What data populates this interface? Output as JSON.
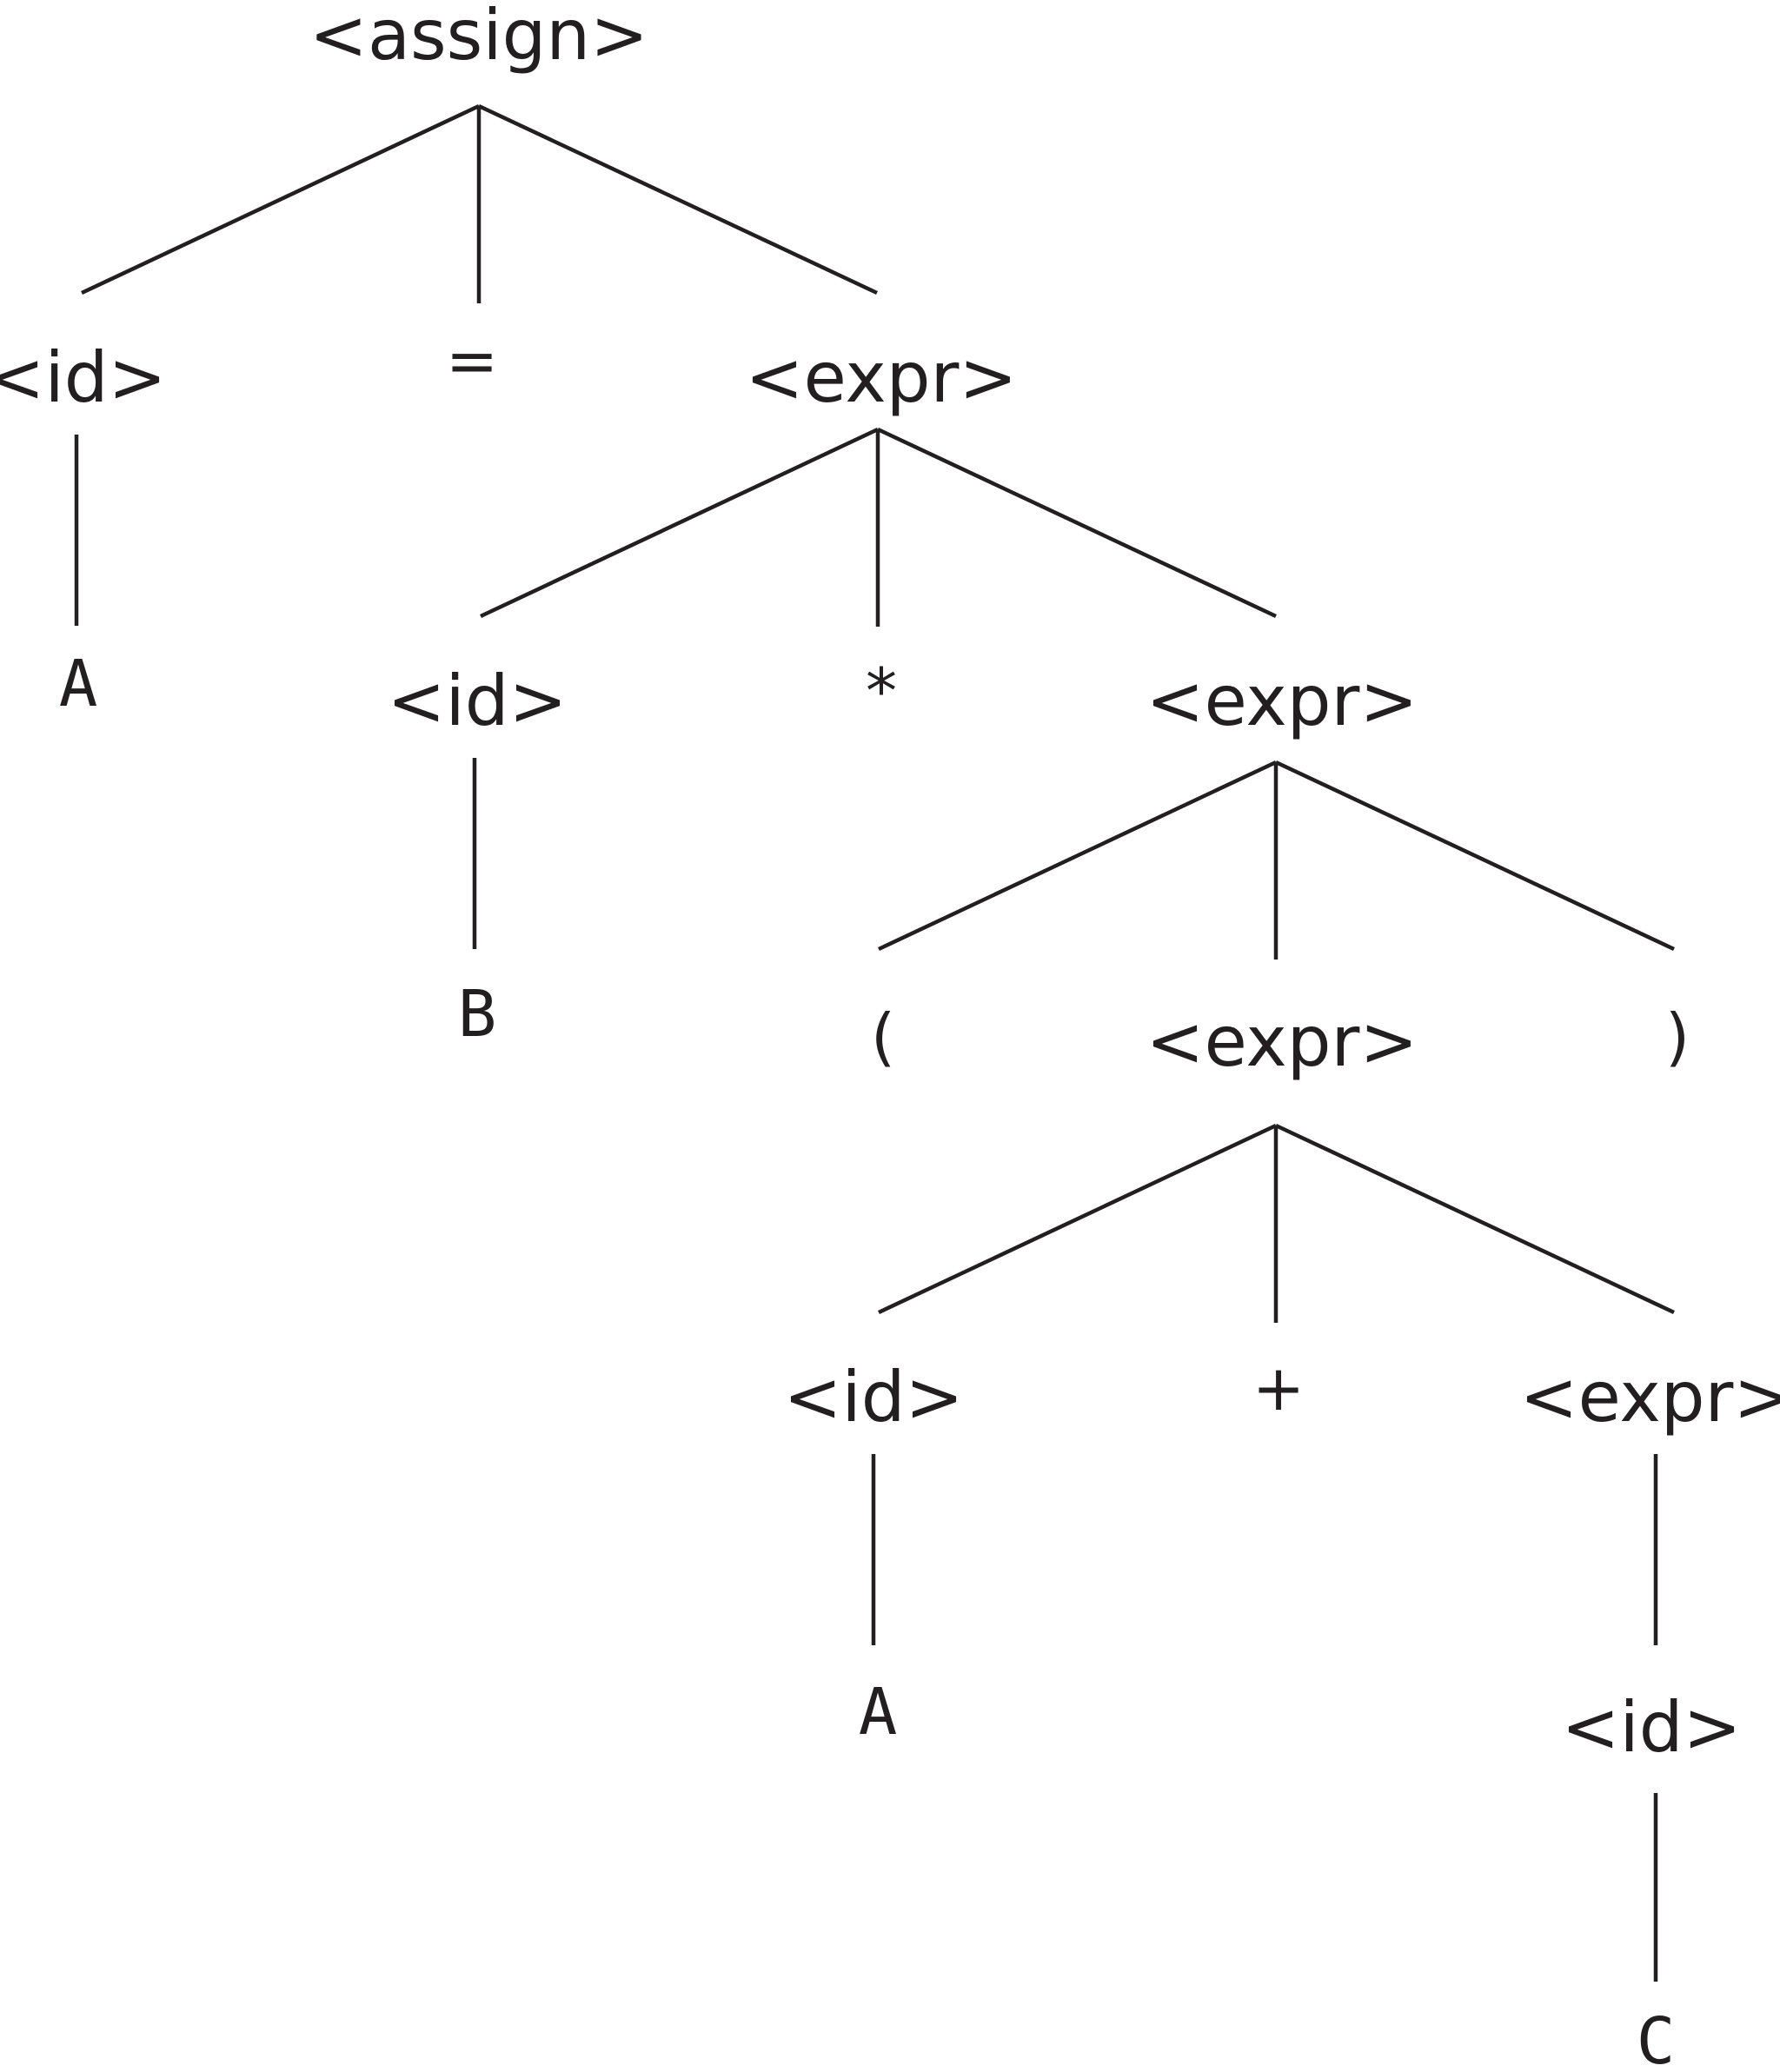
{
  "nodes": [
    {
      "id": "n0",
      "label": "<assign>",
      "kind": "nonterminal"
    },
    {
      "id": "n1",
      "label": "<id>",
      "kind": "nonterminal"
    },
    {
      "id": "n2",
      "label": "=",
      "kind": "operator"
    },
    {
      "id": "n3",
      "label": "<expr>",
      "kind": "nonterminal"
    },
    {
      "id": "n4",
      "label": "A",
      "kind": "terminal"
    },
    {
      "id": "n5",
      "label": "<id>",
      "kind": "nonterminal"
    },
    {
      "id": "n6",
      "label": "*",
      "kind": "operator"
    },
    {
      "id": "n7",
      "label": "<expr>",
      "kind": "nonterminal"
    },
    {
      "id": "n8",
      "label": "B",
      "kind": "terminal"
    },
    {
      "id": "n9",
      "label": "(",
      "kind": "operator"
    },
    {
      "id": "n10",
      "label": "<expr>",
      "kind": "nonterminal"
    },
    {
      "id": "n11",
      "label": ")",
      "kind": "operator"
    },
    {
      "id": "n12",
      "label": "<id>",
      "kind": "nonterminal"
    },
    {
      "id": "n13",
      "label": "+",
      "kind": "operator"
    },
    {
      "id": "n14",
      "label": "<expr>",
      "kind": "nonterminal"
    },
    {
      "id": "n15",
      "label": "A",
      "kind": "terminal"
    },
    {
      "id": "n16",
      "label": "<id>",
      "kind": "nonterminal"
    },
    {
      "id": "n17",
      "label": "C",
      "kind": "terminal"
    }
  ],
  "edges": [
    [
      "n0",
      "n1"
    ],
    [
      "n0",
      "n2"
    ],
    [
      "n0",
      "n3"
    ],
    [
      "n1",
      "n4"
    ],
    [
      "n3",
      "n5"
    ],
    [
      "n3",
      "n6"
    ],
    [
      "n3",
      "n7"
    ],
    [
      "n5",
      "n8"
    ],
    [
      "n7",
      "n9"
    ],
    [
      "n7",
      "n10"
    ],
    [
      "n7",
      "n11"
    ],
    [
      "n10",
      "n12"
    ],
    [
      "n10",
      "n13"
    ],
    [
      "n10",
      "n14"
    ],
    [
      "n12",
      "n15"
    ],
    [
      "n14",
      "n16"
    ],
    [
      "n16",
      "n17"
    ]
  ]
}
